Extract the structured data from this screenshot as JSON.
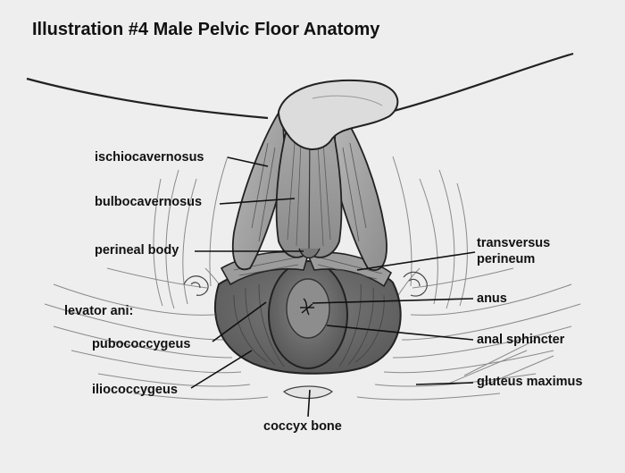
{
  "title": "Illustration #4  Male Pelvic Floor Anatomy",
  "labels": {
    "ischiocavernosus": "ischiocavernosus",
    "bulbocavernosus": "bulbocavernosus",
    "perineal_body": "perineal body",
    "levator_ani": "levator ani:",
    "pubococcygeus": "pubococcygeus",
    "iliococcygeus": "iliococcygeus",
    "transversus_line1": "transversus",
    "transversus_line2": "perineum",
    "anus": "anus",
    "anal_sphincter": "anal sphincter",
    "gluteus_maximus": "gluteus maximus",
    "coccyx_bone": "coccyx bone"
  },
  "colors": {
    "background": "#eeeeee",
    "muscle_dark": "#6f6f6f",
    "muscle_mid": "#9a9a9a",
    "muscle_light": "#c4c4c4",
    "line": "#1a1a1a"
  }
}
